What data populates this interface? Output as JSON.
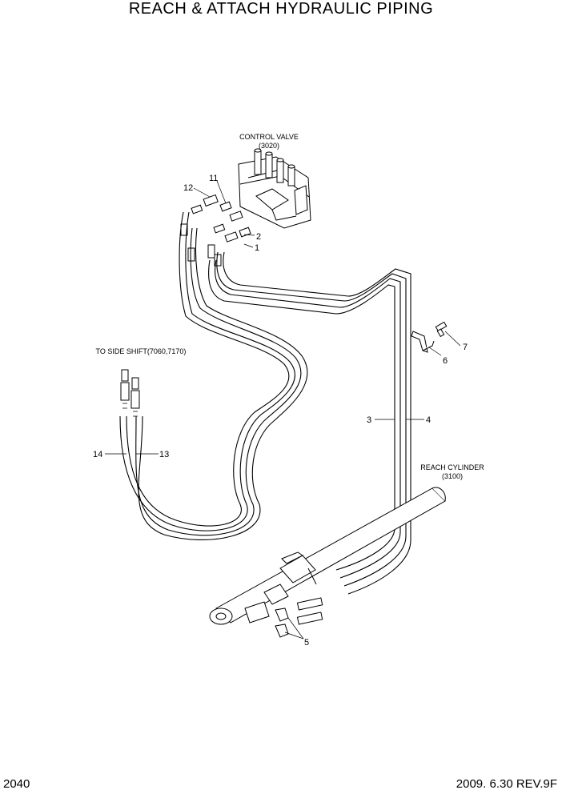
{
  "header": {
    "title": "REACH & ATTACH  HYDRAULIC PIPING"
  },
  "labels": {
    "control_valve": "CONTROL VALVE",
    "control_valve_code": "(3020)",
    "side_shift": "TO SIDE SHIFT(7060,7170)",
    "reach_cylinder": "REACH CYLINDER",
    "reach_cylinder_code": "(3100)"
  },
  "callouts": [
    "1",
    "2",
    "3",
    "4",
    "5",
    "6",
    "7",
    "11",
    "12",
    "13",
    "14"
  ],
  "footer": {
    "page_number": "2040",
    "revision": "2009. 6.30  REV.9F"
  }
}
